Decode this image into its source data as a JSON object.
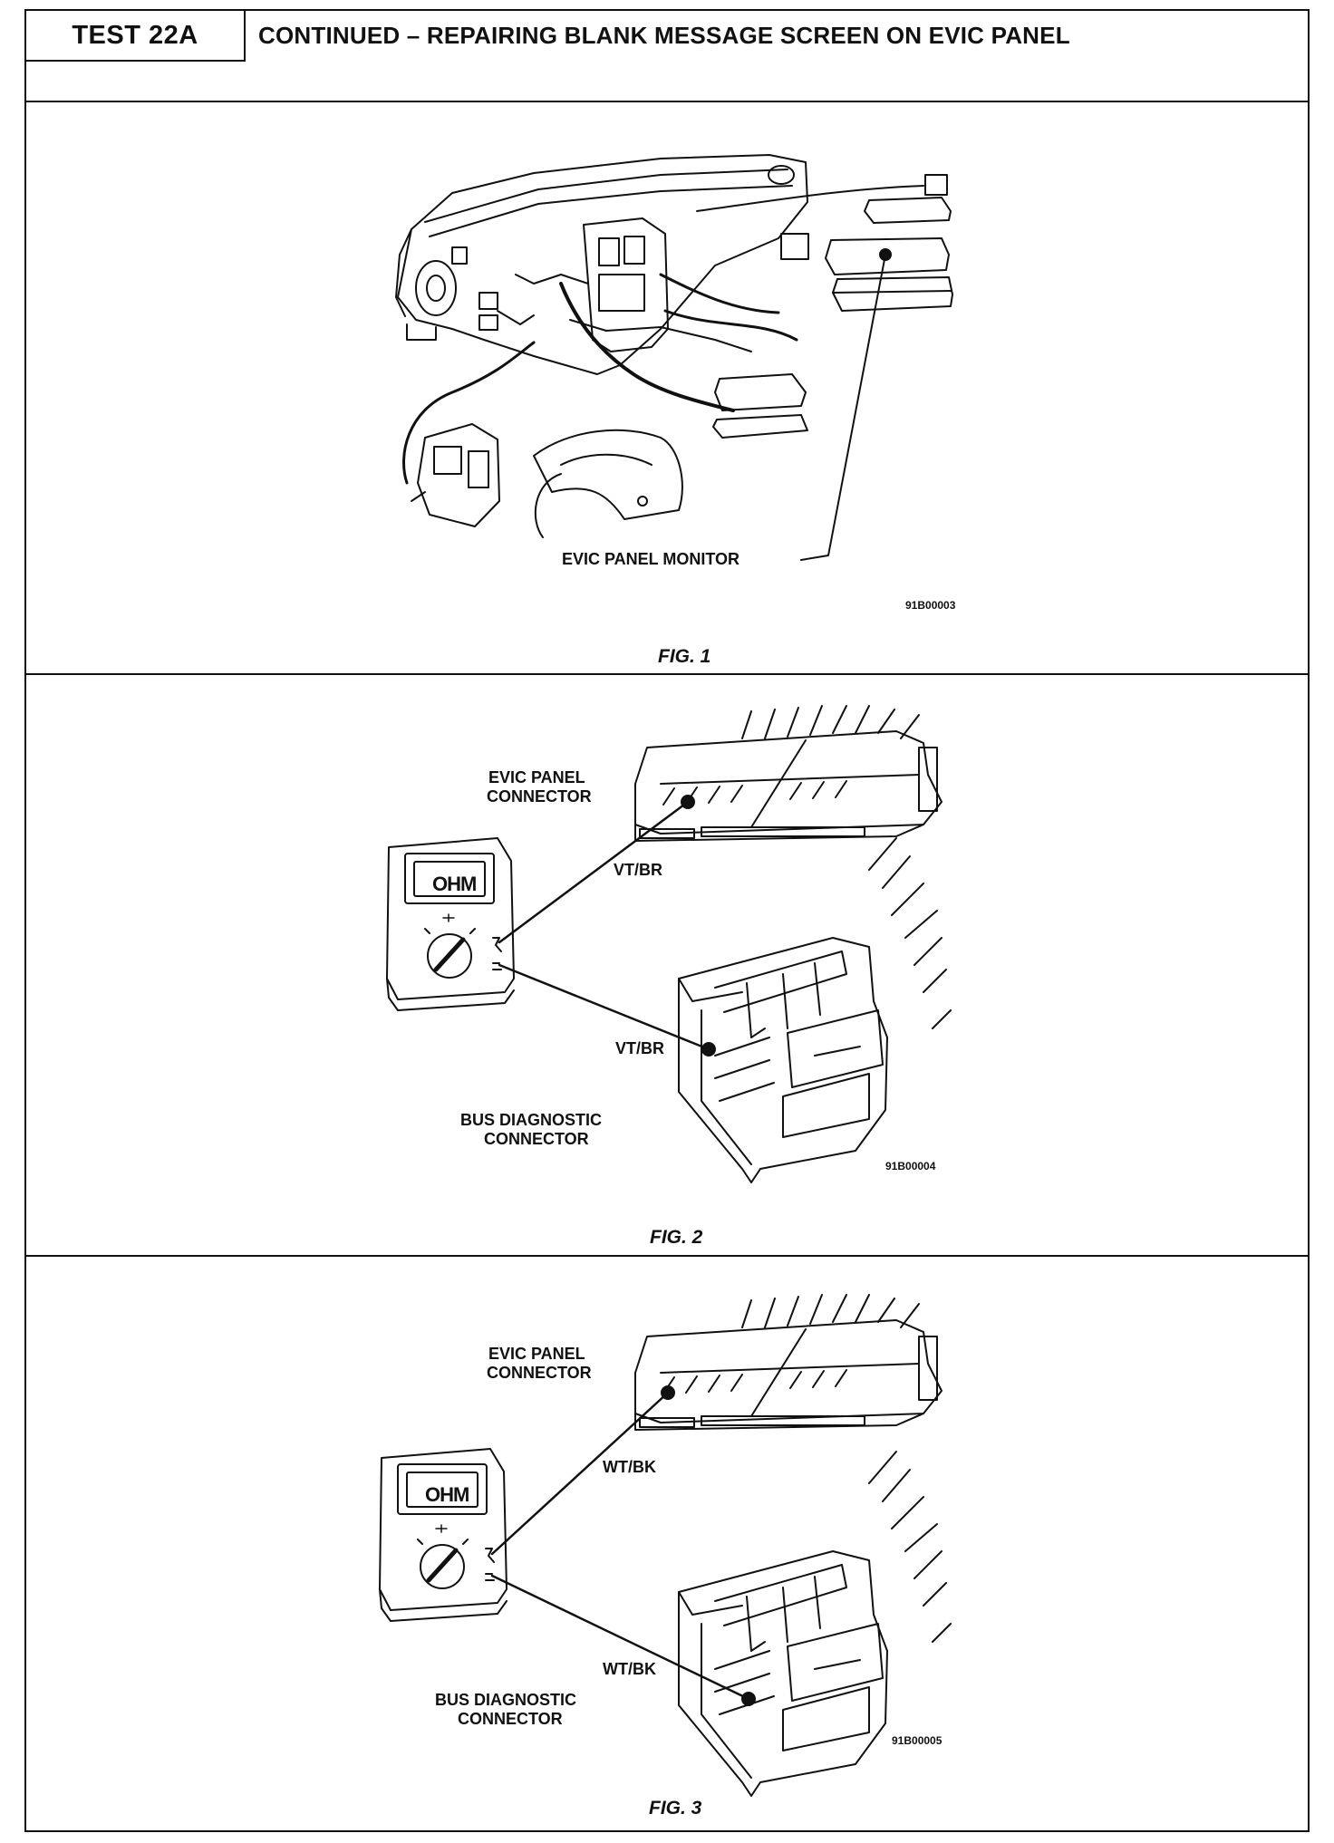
{
  "header": {
    "test_label": "TEST 22A",
    "title": "CONTINUED – REPAIRING BLANK MESSAGE SCREEN ON EVIC PANEL"
  },
  "figures": [
    {
      "caption": "FIG. 1",
      "code": "91B00003",
      "labels": {
        "monitor": "EVIC PANEL MONITOR"
      }
    },
    {
      "caption": "FIG. 2",
      "code": "91B00004",
      "labels": {
        "top_connector_line1": "EVIC PANEL",
        "top_connector_line2": "CONNECTOR",
        "top_wire": "VT/BR",
        "bottom_wire": "VT/BR",
        "bottom_connector_line1": "BUS DIAGNOSTIC",
        "bottom_connector_line2": "CONNECTOR",
        "meter": "OHM"
      }
    },
    {
      "caption": "FIG. 3",
      "code": "91B00005",
      "labels": {
        "top_connector_line1": "EVIC PANEL",
        "top_connector_line2": "CONNECTOR",
        "top_wire": "WT/BK",
        "bottom_wire": "WT/BK",
        "bottom_connector_line1": "BUS DIAGNOSTIC",
        "bottom_connector_line2": "CONNECTOR",
        "meter": "OHM"
      }
    }
  ]
}
